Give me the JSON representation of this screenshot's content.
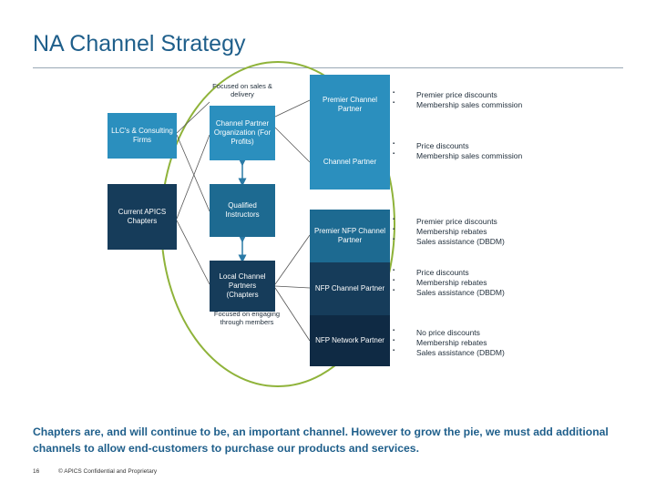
{
  "slide": {
    "title": "NA Channel Strategy",
    "footer_message": "Chapters are, and will continue to be, an important channel. However to grow the pie, we must add additional channels to allow end-customers to purchase our products and services.",
    "page_number": "16",
    "copyright": "© APICS Confidential and Proprietary"
  },
  "left_boxes": {
    "llcs": "LLC's & Consulting Firms",
    "current_chapters": "Current APICS Chapters"
  },
  "middle": {
    "note_top": "Focused on sales & delivery",
    "channel_partner_org": "Channel Partner Organization (For Profits)",
    "qualified_instructors": "Qualified Instructors",
    "local_channel_partners": "Local Channel Partners (Chapters",
    "note_bottom": "Focused on engaging through members"
  },
  "tiers": [
    {
      "label": "Premier Channel Partner",
      "bullets": [
        "Premier price discounts",
        "Membership sales commission"
      ]
    },
    {
      "label": "Channel Partner",
      "bullets": [
        "Price discounts",
        "Membership sales commission"
      ]
    },
    {
      "label": "Premier NFP Channel Partner",
      "bullets": [
        "Premier price discounts",
        "Membership rebates",
        "Sales assistance (DBDM)"
      ]
    },
    {
      "label": "NFP Channel Partner",
      "bullets": [
        "Price discounts",
        "Membership rebates",
        "Sales assistance (DBDM)"
      ]
    },
    {
      "label": "NFP Network Partner",
      "bullets": [
        "No price discounts",
        "Membership rebates",
        "Sales assistance (DBDM)"
      ]
    }
  ],
  "colors": {
    "title": "#1f5f8b",
    "light_blue": "#2b8fbe",
    "dark_blue": "#163c5a",
    "navy": "#0f2a44"
  }
}
